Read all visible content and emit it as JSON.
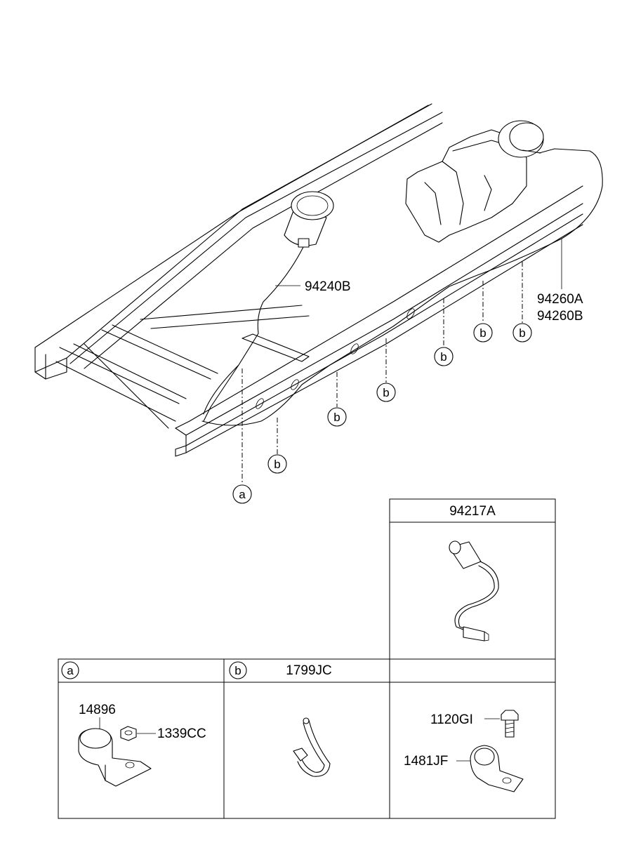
{
  "callouts": {
    "sensor_hose": "94240B",
    "cable_a": "94260A",
    "cable_b": "94260B",
    "letter_a": "a",
    "letter_b": "b"
  },
  "sensor_box": {
    "title": "94217A"
  },
  "table": {
    "col_a": {
      "marker": "a",
      "part_clamp": "14896",
      "part_nut": "1339CC"
    },
    "col_b": {
      "marker": "b",
      "title": "1799JC"
    },
    "col_c": {
      "part_bolt": "1120GI",
      "part_clamp": "1481JF"
    }
  }
}
